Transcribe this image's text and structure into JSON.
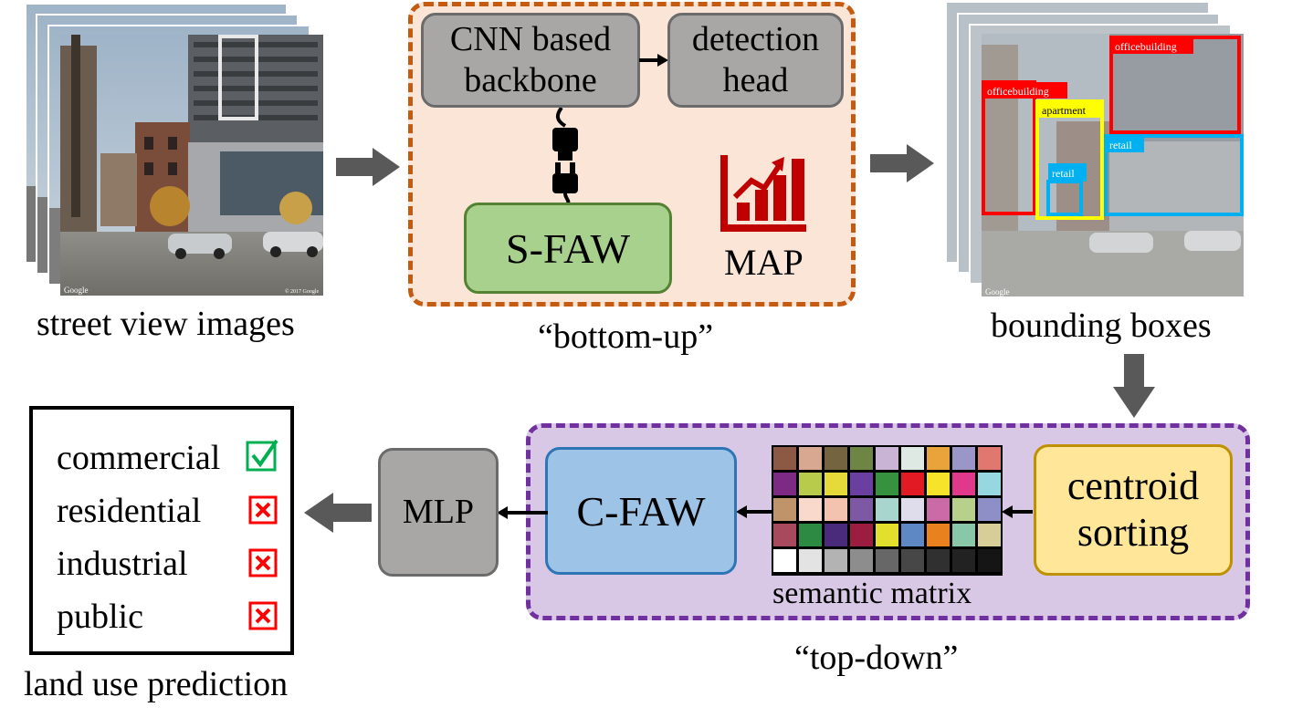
{
  "inputs": {
    "street_caption": "street view images",
    "google_mark": "Google",
    "copyright_mark": "© 2017 Google"
  },
  "bottom_up": {
    "caption": "“bottom-up”",
    "backbone_label": "CNN based backbone",
    "head_label": "detection head",
    "sfaw_label": "S-FAW",
    "map_label": "MAP",
    "frame_color": "#c55a11",
    "frame_fill": "#fbe5d6"
  },
  "detections": {
    "caption": "bounding boxes",
    "labels": [
      "officebuilding",
      "officebuilding",
      "apartment",
      "retail",
      "retail"
    ],
    "colors": {
      "officebuilding": "#ff0000",
      "apartment": "#ffff00",
      "retail": "#00b0f0"
    }
  },
  "top_down": {
    "caption": "“top-down”",
    "centroid_label": "centroid sorting",
    "cfaw_label": "C-FAW",
    "matrix_caption": "semantic matrix",
    "mlp_label": "MLP",
    "frame_color": "#7030a0",
    "frame_fill": "#d9c8e5",
    "matrix_colors": [
      [
        "#8c5a44",
        "#d9a891",
        "#756440",
        "#6f8546",
        "#c9b4d6",
        "#dde9e2",
        "#e8a33b",
        "#9a96c8",
        "#e07870"
      ],
      [
        "#7c2a83",
        "#b9cb4a",
        "#e6d93a",
        "#6a3fa0",
        "#36923f",
        "#e21a24",
        "#f6e32a",
        "#e0398c",
        "#97d7e0"
      ],
      [
        "#bf946a",
        "#f9d9cc",
        "#f4c3b0",
        "#7d58a3",
        "#a9d5cf",
        "#dfdcec",
        "#ca6aa6",
        "#b7d08c",
        "#8f8fc7"
      ],
      [
        "#a8495e",
        "#2c8a43",
        "#4a2a7a",
        "#9b1e41",
        "#e2e02c",
        "#5e88c4",
        "#e9811f",
        "#88c8a8",
        "#d7cd98"
      ],
      [
        "#ffffff",
        "#e3e3e3",
        "#b3b3b3",
        "#8d8d8d",
        "#676767",
        "#474747",
        "#303030",
        "#222222",
        "#151515"
      ]
    ]
  },
  "prediction": {
    "caption": "land use prediction",
    "items": [
      {
        "label": "commercial",
        "status": "check",
        "color": "#00b050"
      },
      {
        "label": "residential",
        "status": "cross",
        "color": "#ff0000"
      },
      {
        "label": "industrial",
        "status": "cross",
        "color": "#ff0000"
      },
      {
        "label": "public",
        "status": "cross",
        "color": "#ff0000"
      }
    ]
  }
}
